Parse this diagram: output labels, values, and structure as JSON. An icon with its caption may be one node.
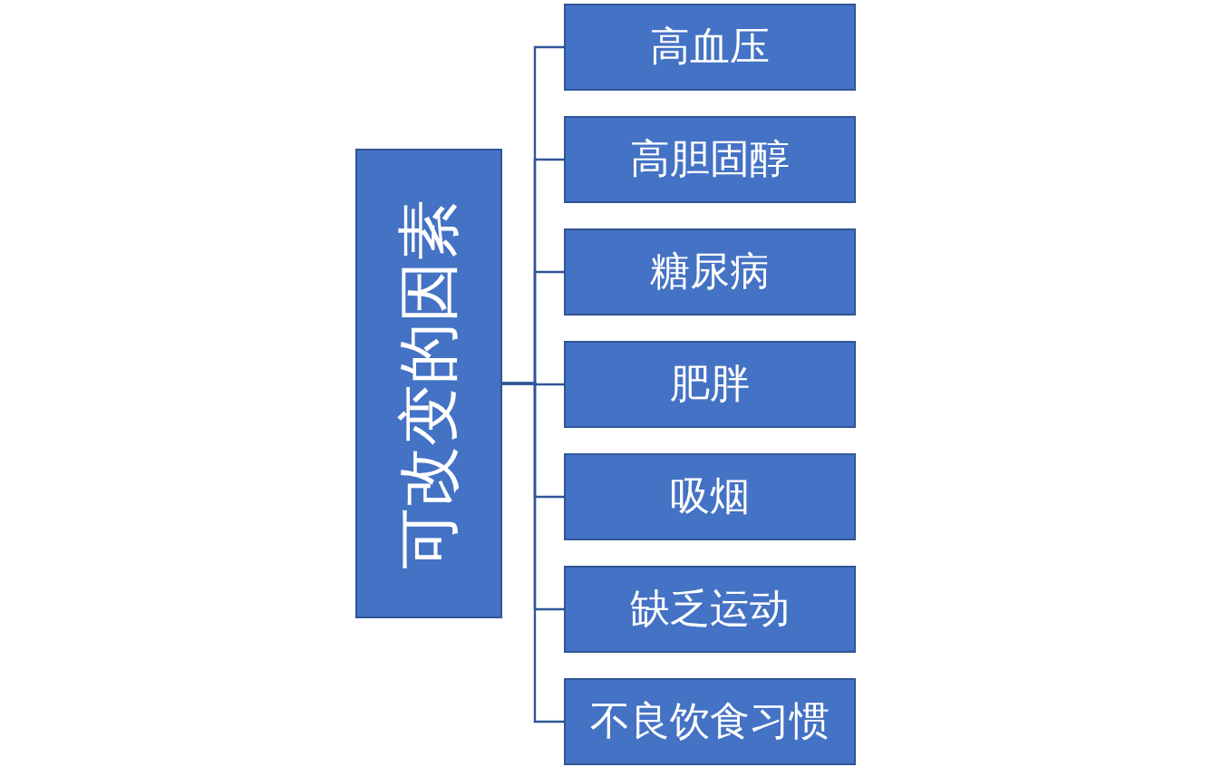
{
  "diagram": {
    "nodes": [
      {
        "text": [
          "可改变的因素"
        ]
      },
      {
        "text": [
          "高血压"
        ]
      },
      {
        "text": [
          "高胆固醇"
        ]
      },
      {
        "text": [
          "糖尿病"
        ]
      },
      {
        "text": [
          "肥胖"
        ]
      },
      {
        "text": [
          "吸烟"
        ]
      },
      {
        "text": [
          "缺乏运动"
        ]
      },
      {
        "text": [
          "不良饮食习惯"
        ]
      }
    ],
    "edges": [
      {
        "from": 0,
        "to": 1,
        "arrow": "none"
      },
      {
        "from": 0,
        "to": 2,
        "arrow": "none"
      },
      {
        "from": 0,
        "to": 3,
        "arrow": "none"
      },
      {
        "from": 0,
        "to": 4,
        "arrow": "none"
      },
      {
        "from": 0,
        "to": 5,
        "arrow": "none"
      },
      {
        "from": 0,
        "to": 6,
        "arrow": "none"
      },
      {
        "from": 0,
        "to": 7,
        "arrow": "none"
      }
    ]
  }
}
